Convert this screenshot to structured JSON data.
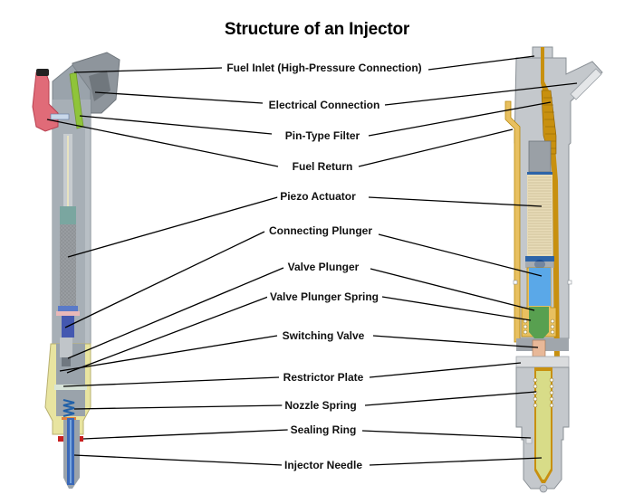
{
  "title": "Structure of an Injector",
  "labels": [
    {
      "id": "fuel-inlet",
      "text": "Fuel Inlet (High-Pressure Connection)"
    },
    {
      "id": "electrical-connection",
      "text": "Electrical Connection"
    },
    {
      "id": "pin-type-filter",
      "text": "Pin-Type Filter"
    },
    {
      "id": "fuel-return",
      "text": "Fuel Return"
    },
    {
      "id": "piezo-actuator",
      "text": "Piezo Actuator"
    },
    {
      "id": "connecting-plunger",
      "text": "Connecting Plunger"
    },
    {
      "id": "valve-plunger",
      "text": "Valve Plunger"
    },
    {
      "id": "valve-plunger-spring",
      "text": "Valve Plunger Spring"
    },
    {
      "id": "switching-valve",
      "text": "Switching Valve"
    },
    {
      "id": "restrictor-plate",
      "text": "Restrictor Plate"
    },
    {
      "id": "nozzle-spring",
      "text": "Nozzle Spring"
    },
    {
      "id": "sealing-ring",
      "text": "Sealing Ring"
    },
    {
      "id": "injector-needle",
      "text": "Injector Needle"
    }
  ],
  "colors": {
    "body_gray": "#9aa3ab",
    "fuel_gold": "#c8900f",
    "filter_green": "#8fc43a",
    "return_red": "#d85060",
    "piezo_beige": "#e8dcb8",
    "connecting_blue": "#5aa8e8",
    "valve_green": "#58a050",
    "needle_yellow": "#d8dc88",
    "sealing_red": "#c82020",
    "housing_yellow": "#e8e4a0"
  }
}
